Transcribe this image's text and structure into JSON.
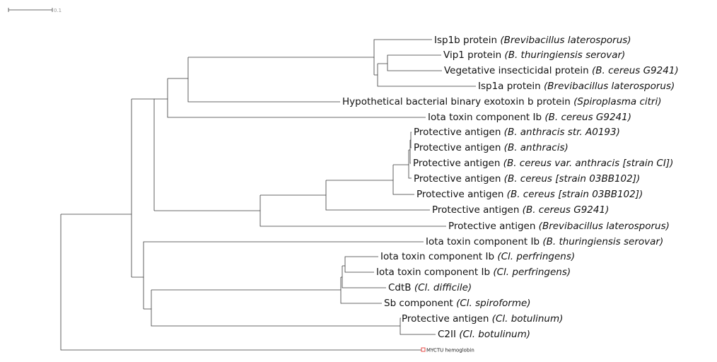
{
  "scale_bar": {
    "label": "0.1"
  },
  "taxa": [
    {
      "id": "isp1b",
      "name": "Isp1b protein ",
      "species": "(Brevibacillus laterosporus)"
    },
    {
      "id": "vip1",
      "name": "Vip1 protein ",
      "species": "(B. thuringiensis serovar)"
    },
    {
      "id": "vip_g9241",
      "name": "Vegetative insecticidal protein ",
      "species": "(B. cereus G9241)"
    },
    {
      "id": "isp1a",
      "name": "Isp1a protein ",
      "species": "(Brevibacillus laterosporus)"
    },
    {
      "id": "hyp",
      "name": "Hypothetical bacterial binary exotoxin b protein ",
      "species": "(Spiroplasma citri)"
    },
    {
      "id": "iota_g9241",
      "name": "Iota toxin component Ib ",
      "species": "(B. cereus G9241)"
    },
    {
      "id": "pa_a0193",
      "name": "Protective antigen ",
      "species": "(B. anthracis str. A0193)"
    },
    {
      "id": "pa_anth",
      "name": "Protective antigen ",
      "species": "(B. anthracis)"
    },
    {
      "id": "pa_ci",
      "name": "Protective antigen ",
      "species": "(B. cereus var. anthracis [strain CI])"
    },
    {
      "id": "pa_03bb_a",
      "name": "Protective antigen ",
      "species": "(B. cereus [strain 03BB102])"
    },
    {
      "id": "pa_03bb_b",
      "name": "Protective antigen ",
      "species": "(B. cereus [strain 03BB102])"
    },
    {
      "id": "pa_g9241",
      "name": "Protective antigen ",
      "species": "(B. cereus G9241)"
    },
    {
      "id": "pa_brevi",
      "name": "Protective antigen ",
      "species": "(Brevibacillus laterosporus)"
    },
    {
      "id": "iota_bt",
      "name": "Iota toxin component Ib ",
      "species": "(B. thuringiensis serovar)"
    },
    {
      "id": "iota_cp1",
      "name": "Iota toxin component Ib ",
      "species": "(Cl. perfringens)"
    },
    {
      "id": "iota_cp2",
      "name": "Iota toxin component Ib ",
      "species": "(Cl. perfringens)"
    },
    {
      "id": "cdtb",
      "name": "CdtB ",
      "species": "(Cl. difficile)"
    },
    {
      "id": "sb",
      "name": "Sb component ",
      "species": "(Cl. spiroforme)"
    },
    {
      "id": "pa_bot",
      "name": "Protective antigen ",
      "species": "(Cl. botulinum)"
    },
    {
      "id": "c2ii",
      "name": "C2II ",
      "species": "(Cl. botulinum)"
    }
  ],
  "outgroup": {
    "name": "MYCTU hemoglobin",
    "marker_color": "#e53935"
  },
  "colors": {
    "branch": "#3a3a3a",
    "text": "#111111"
  }
}
